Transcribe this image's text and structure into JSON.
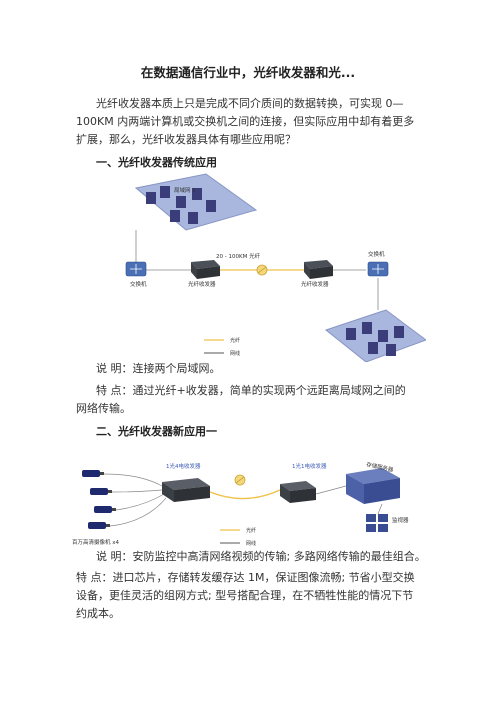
{
  "doc": {
    "title": "在数据通信行业中，光纤收发器和光...",
    "intro": [
      "光纤收发器本质上只是完成不同介质间的数据转换，可实现  0—",
      "100KM 内两端计算机或交换机之间的连接，但实际应用中却有着更多",
      "扩展，那么，光纤收发器具体有哪些应用呢？"
    ],
    "section1": {
      "heading": "一、光纤收发器传统应用",
      "figure": {
        "lan_label": "局域网 1",
        "switch_left": "交换机",
        "transceiver_left": "光纤收发器",
        "fiber_label": "20 - 100KM 光纤",
        "transceiver_right": "光纤收发器",
        "switch_right": "交换机",
        "legend_fiber": "光纤",
        "legend_cable": "网线"
      },
      "note": "说 明：连接两个局域网。",
      "feature": [
        "特  点：通过光纤+收发器，简单的实现两个远距离局域网之间的",
        "网络传输。"
      ]
    },
    "section2": {
      "heading": "二、光纤收发器新应用一",
      "figure": {
        "transceiver_left": "1光4电收发器",
        "transceiver_right": "1光1电收发器",
        "camera_label": "百万高清摄像机 x4",
        "recorder_label": "存储服务器",
        "monitor_label": "监视器",
        "legend_fiber": "光纤",
        "legend_cable": "网线"
      },
      "note": "说 明：安防监控中高清网络视频的传输; 多路网络传输的最佳组合。",
      "feature": [
        "特 点：进口芯片，存储转发缓存达 1M，保证图像流畅; 节省小型交换",
        "设备，更佳灵活的组网方式; 型号搭配合理，在不牺牲性能的情况下节",
        "约成本。"
      ]
    }
  },
  "colors": {
    "lan_area": "#a9b7de",
    "device_dark": "#2e3136",
    "switch_blue": "#4a6fb5",
    "fiber": "#f0c24a",
    "cable": "#888888",
    "text": "#333333"
  }
}
